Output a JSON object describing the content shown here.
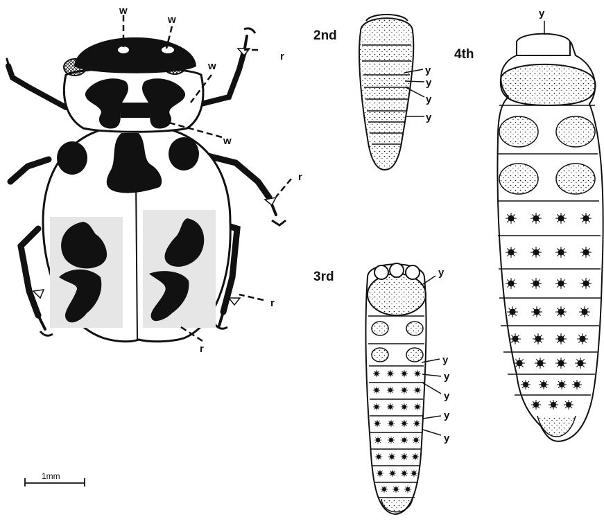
{
  "stages": {
    "second": "2nd",
    "third": "3rd",
    "fourth": "4th"
  },
  "markers": {
    "w": "w",
    "r": "r",
    "y": "y"
  },
  "scale_bar": {
    "label": "1mm"
  },
  "colors": {
    "ink": "#111111",
    "paper": "#ffffff",
    "inset": "#e6e6e6"
  }
}
